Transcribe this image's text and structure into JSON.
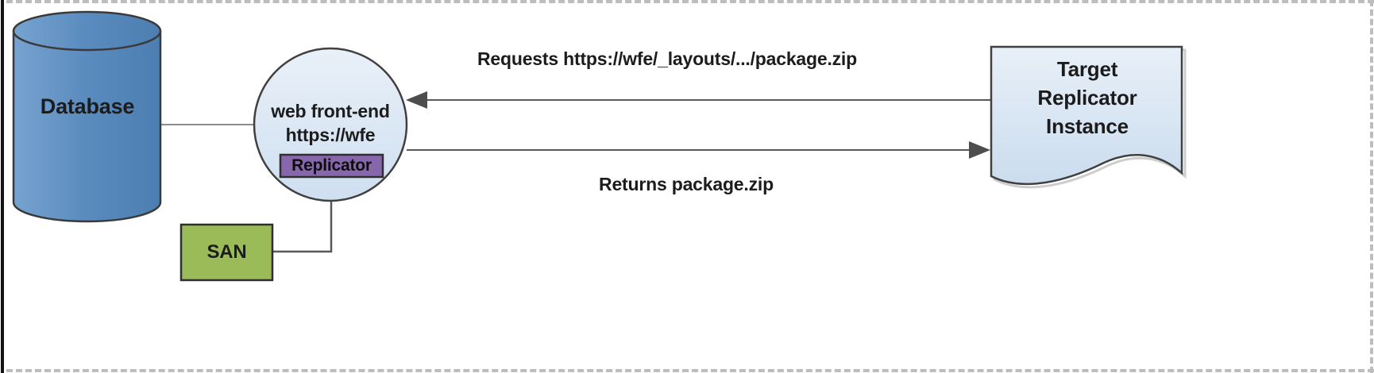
{
  "frame": {
    "dashed_border_color": "#bdbdbd",
    "left_border_color": "#141414"
  },
  "nodes": {
    "database": {
      "label": "Database",
      "fill": "#5b8cbe",
      "shape": "cylinder"
    },
    "web_front_end": {
      "line1": "web front-end",
      "line2": "https://wfe",
      "fill": "#d9e5f2",
      "shape": "circle"
    },
    "replicator_badge": {
      "label": "Replicator",
      "fill": "#8667ab",
      "border": "#2f2f2f"
    },
    "san": {
      "label": "SAN",
      "fill": "#9bbb59",
      "border": "#2f2f2f"
    },
    "target_document": {
      "line1": "Target",
      "line2": "Replicator",
      "line3": "Instance",
      "fill": "#dce7f3",
      "shape": "document"
    }
  },
  "edges": {
    "requests": {
      "label": "Requests https://wfe/_layouts/.../package.zip",
      "direction": "right-to-left"
    },
    "returns": {
      "label": "Returns package.zip",
      "direction": "left-to-right"
    },
    "line_color": "#595959",
    "arrowhead_color": "#4d4d4d",
    "database_link_color": "#8c8c8c"
  }
}
